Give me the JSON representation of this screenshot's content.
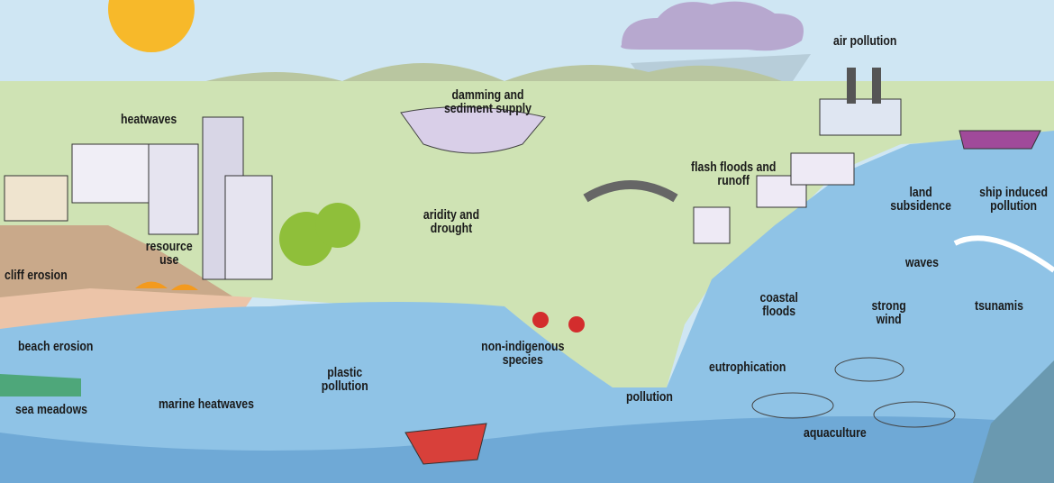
{
  "labels": {
    "heatwaves": "heatwaves",
    "damming": "damming and sediment supply",
    "air_pollution": "air pollution",
    "flash_floods": "flash floods and runoff",
    "land_subsidence": "land subsidence",
    "ship_pollution": "ship induced pollution",
    "aridity": "aridity and drought",
    "resource_use": "resource use",
    "cliff_erosion": "cliff erosion",
    "waves": "waves",
    "coastal_floods": "coastal floods",
    "strong_wind": "strong wind",
    "tsunamis": "tsunamis",
    "beach_erosion": "beach erosion",
    "non_indigenous": "non-indigenous species",
    "plastic_pollution": "plastic pollution",
    "eutrophication": "eutrophication",
    "sea_meadows": "sea meadows",
    "marine_heatwaves": "marine heatwaves",
    "pollution": "pollution",
    "aquaculture": "aquaculture"
  },
  "colors": {
    "sky": "#cfe6f3",
    "land": "#cfe3b4",
    "sea": "#8fc3e6",
    "deep_sea": "#6fa9d6",
    "sun": "#f7b92a",
    "cliff": "#c9a98a"
  }
}
